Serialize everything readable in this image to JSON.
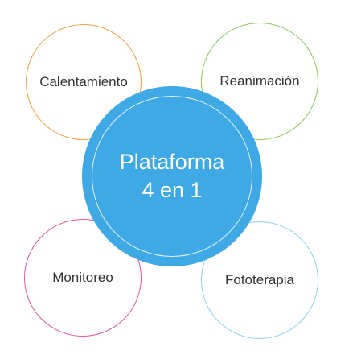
{
  "diagram": {
    "center": {
      "line1": "Plataforma",
      "line2": "4 en 1",
      "color": "#3fa9e6"
    },
    "nodes": [
      {
        "label": "Calentamiento",
        "color": "#f2a14a"
      },
      {
        "label": "Reanimación",
        "color": "#8cc95a"
      },
      {
        "label": "Monitoreo",
        "color": "#e0559b"
      },
      {
        "label": "Fototerapia",
        "color": "#8fd0ef"
      }
    ]
  }
}
